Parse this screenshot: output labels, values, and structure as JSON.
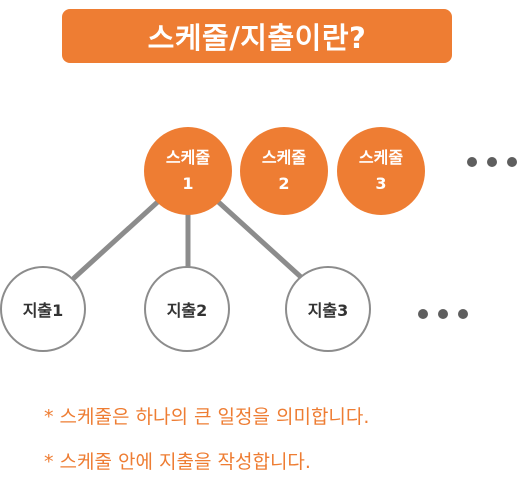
{
  "title": "스케줄/지출이란?",
  "colors": {
    "accent": "#ee7d33",
    "connector": "#8c8c8c",
    "dots": "#5e5e5e"
  },
  "schedules": [
    {
      "label": "스케줄",
      "number": "1"
    },
    {
      "label": "스케줄",
      "number": "2"
    },
    {
      "label": "스케줄",
      "number": "3"
    }
  ],
  "expenses": [
    {
      "label": "지출1"
    },
    {
      "label": "지출2"
    },
    {
      "label": "지출3"
    }
  ],
  "notes": [
    "* 스케줄은 하나의 큰 일정을 의미합니다.",
    "* 스케줄 안에 지출을 작성합니다."
  ]
}
